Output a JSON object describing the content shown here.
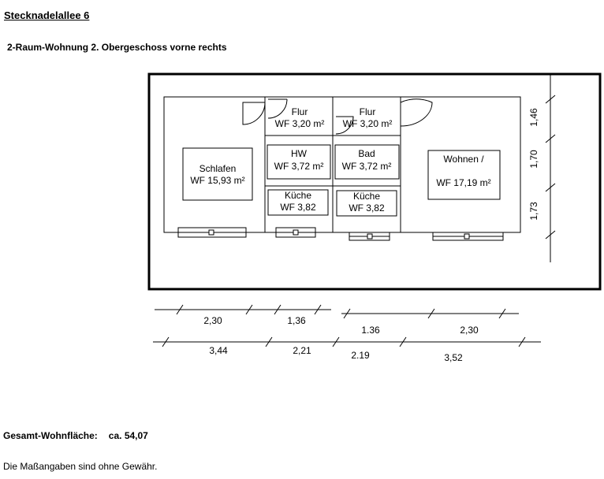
{
  "header": {
    "title": "Stecknadelallee 6",
    "subtitle": "2-Raum-Wohnung 2. Obergeschoss vorne rechts"
  },
  "rooms": {
    "schlafen": {
      "name": "Schlafen",
      "area": "WF 15,93  m²"
    },
    "flur_left": {
      "name": "Flur",
      "area": "WF 3,20  m²"
    },
    "flur_right": {
      "name": "Flur",
      "area": "WF 3,20  m²"
    },
    "hw": {
      "name": "HW",
      "area": "WF 3,72  m²"
    },
    "bad": {
      "name": "Bad",
      "area": "WF 3,72  m²"
    },
    "kueche_left": {
      "name": "Küche",
      "area": "WF 3,82"
    },
    "kueche_right": {
      "name": "Küche",
      "area": "WF 3,82"
    },
    "wohnen": {
      "name": "Wohnen /",
      "area": "WF 17,19  m²"
    }
  },
  "dimensions": {
    "right": [
      "1,46",
      "1,70",
      "1,73"
    ],
    "top_row_left": [
      "2,30",
      "1,36"
    ],
    "top_row_right": [
      "1.36",
      "2,30"
    ],
    "bottom_row": [
      "3,44",
      "2,21",
      "2.19",
      "3,52"
    ]
  },
  "footer": {
    "total_label": "Gesamt-Wohnfläche:",
    "total_value": "ca.  54,07",
    "disclaimer": "Die Maßangaben sind ohne Gewähr."
  }
}
